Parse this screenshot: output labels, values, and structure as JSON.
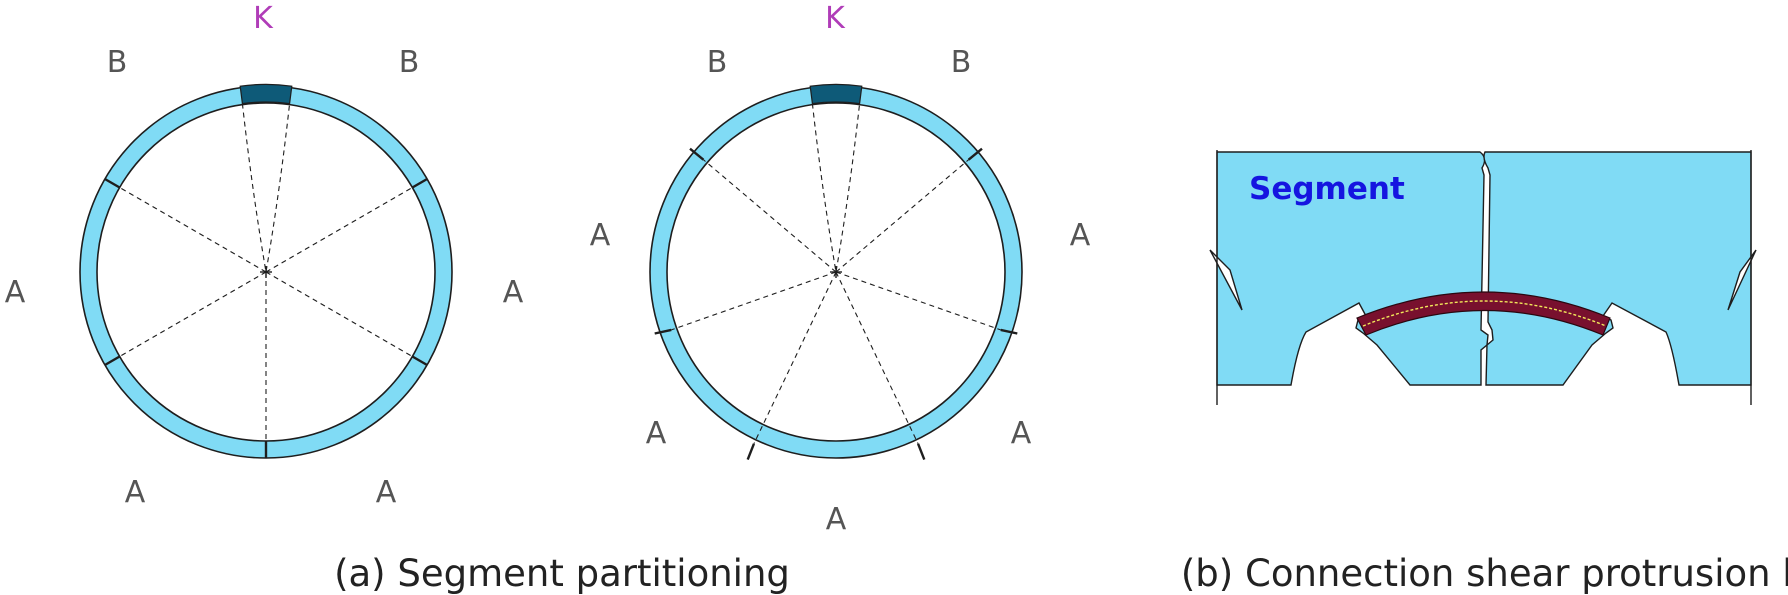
{
  "panel_a": {
    "caption": "(a) Segment partitioning",
    "ring1": {
      "key_label": "K",
      "labels": {
        "b_left": "B",
        "b_right": "B",
        "a_left": "A",
        "a_right": "A",
        "a_bottom_left": "A",
        "a_bottom_right": "A"
      }
    },
    "ring2": {
      "key_label": "K",
      "labels": {
        "b_left": "B",
        "b_right": "B",
        "a_left": "A",
        "a_right": "A",
        "a_bottom_left": "A",
        "a_bottom_right": "A",
        "a_bottom": "A"
      }
    }
  },
  "panel_b": {
    "caption": "(b) Connection shear protrusion key",
    "segment_label": "Segment"
  },
  "colors": {
    "ring_fill": "#80dbf5",
    "key_fill": "#0e5a78",
    "outline": "#1e1e1e",
    "shear_key": "#78102e",
    "shear_key_centerline": "#f2e85a",
    "key_label": "#b03cb8",
    "segment_label": "#1515e0"
  }
}
